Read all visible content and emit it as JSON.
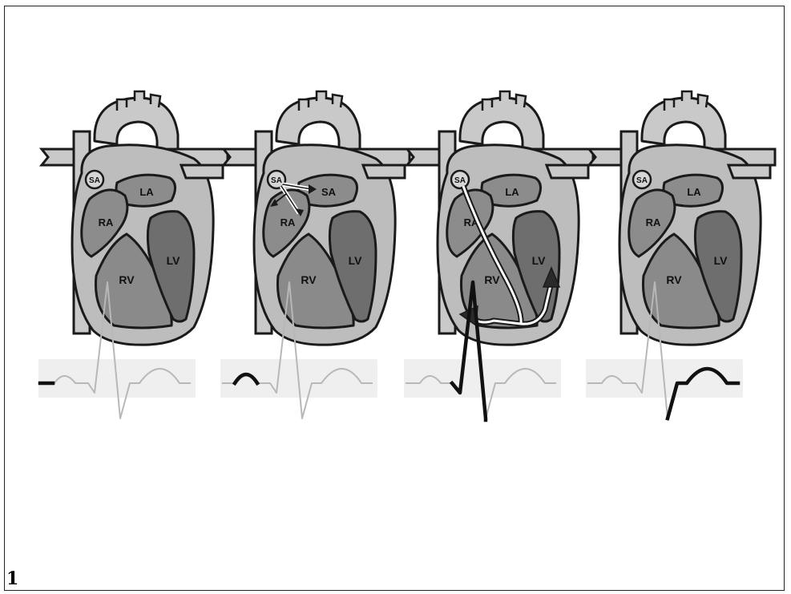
{
  "figure_number": "1",
  "panels": [
    {
      "labels": {
        "sa": "SA",
        "la": "LA",
        "ra": "RA",
        "rv": "RV",
        "lv": "LV"
      },
      "conduction": "sa-node",
      "ecg_highlight": "baseline"
    },
    {
      "labels": {
        "sa": "SA",
        "la": "SA",
        "ra": "RA",
        "rv": "RV",
        "lv": "LV"
      },
      "conduction": "atria",
      "ecg_highlight": "p-wave"
    },
    {
      "labels": {
        "sa": "SA",
        "la": "LA",
        "ra": "RA",
        "rv": "RV",
        "lv": "LV"
      },
      "conduction": "ventricles",
      "ecg_highlight": "qrs-complex"
    },
    {
      "labels": {
        "sa": "SA",
        "la": "LA",
        "ra": "RA",
        "rv": "RV",
        "lv": "LV"
      },
      "conduction": "none",
      "ecg_highlight": "t-wave"
    }
  ],
  "colors": {
    "outline": "#1a1a1a",
    "vessel": "#c9c9c9",
    "heart_wall": "#bdbdbd",
    "atrium": "#8c8c8c",
    "ventricle_right": "#8a8a8a",
    "ventricle_left": "#6e6e6e",
    "ecg_faint": "#b8b8b8",
    "ecg_bold": "#111111",
    "ecg_background": "#efefef"
  }
}
